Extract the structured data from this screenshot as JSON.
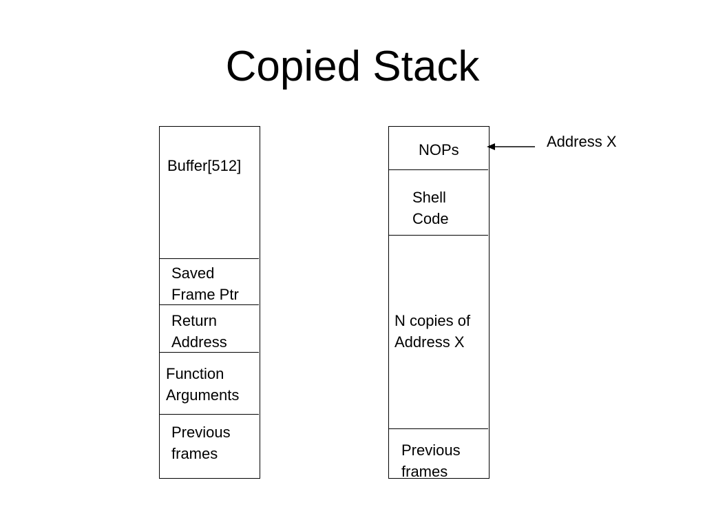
{
  "slide": {
    "title": "Copied Stack"
  },
  "original_stack": {
    "buffer": "Buffer[512]",
    "saved_frame_ptr": [
      "Saved",
      "Frame Ptr"
    ],
    "return_address": [
      "Return",
      "Address"
    ],
    "function_arguments": [
      "Function",
      "Arguments"
    ],
    "previous_frames": [
      "Previous",
      "frames"
    ]
  },
  "copied_stack": {
    "nops": "NOPs",
    "shell_code": [
      "Shell",
      "Code"
    ],
    "n_copies": [
      "N copies of",
      "Address X"
    ],
    "previous_frames": [
      "Previous",
      "frames"
    ]
  },
  "annotation": {
    "address_x": "Address X"
  }
}
